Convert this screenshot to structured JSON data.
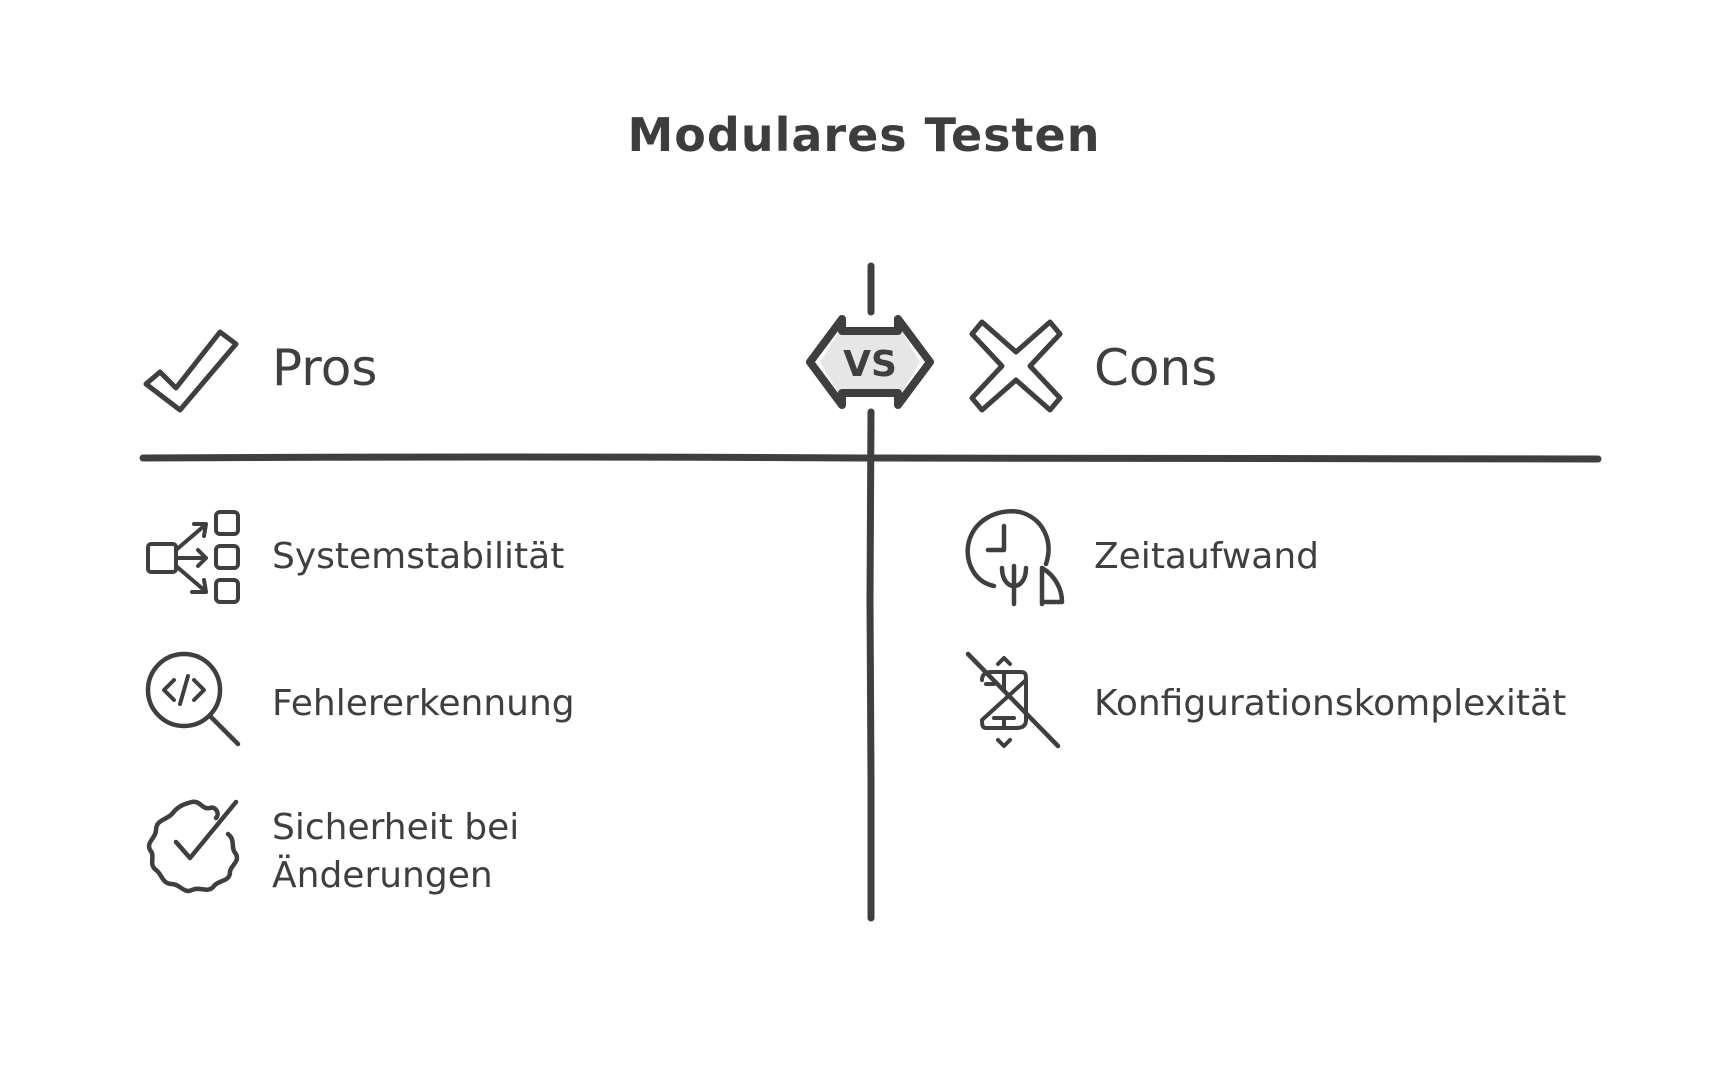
{
  "title": "Modulares Testen",
  "vs_badge": {
    "label": "VS"
  },
  "pros": {
    "heading": "Pros",
    "icon": "check-icon",
    "items": [
      {
        "label": "Systemstabilität",
        "icon": "module-branching-icon"
      },
      {
        "label": "Fehlererkennung",
        "icon": "code-search-icon"
      },
      {
        "label_line1": "Sicherheit bei",
        "label_line2": "Änderungen",
        "icon": "badge-check-icon"
      }
    ]
  },
  "cons": {
    "heading": "Cons",
    "icon": "x-icon",
    "items": [
      {
        "label": "Zeitaufwand",
        "icon": "clock-fork-icon"
      },
      {
        "label": "Konfigurationskomplexität",
        "icon": "settings-off-icon"
      }
    ]
  },
  "colors": {
    "ink": "#3f3f3f",
    "background": "#ffffff",
    "vs_fill": "#e6e6e6"
  }
}
